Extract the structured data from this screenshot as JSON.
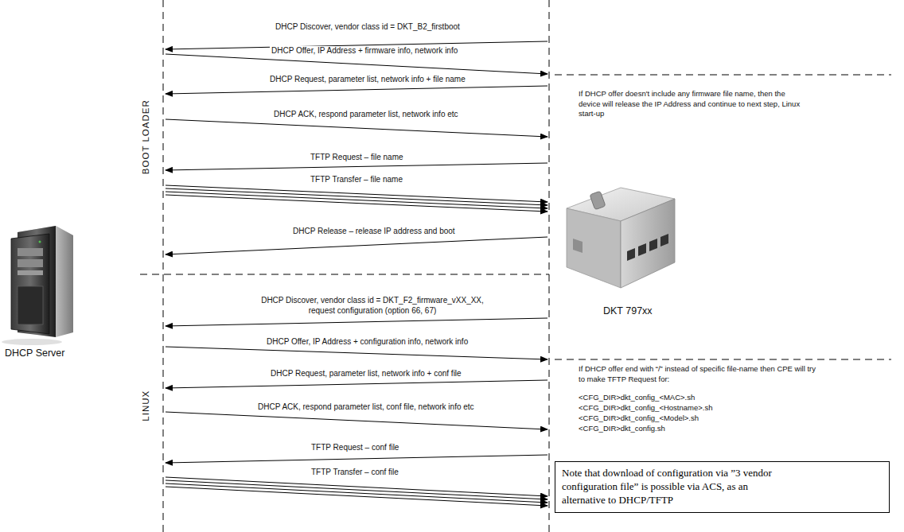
{
  "diagram": {
    "nodes": [
      {
        "text": [
          "Note that download of configuration via ”3 vendor configuration file” is possible via ACS, as an alternative to DHCP/TFTP"
        ]
      }
    ],
    "labels": [
      "BOOT LOADER",
      "LINUX",
      "DHCP Discover, vendor class id = DKT_B2_firstboot",
      "DHCP Offer, IP Address + firmware info, network info",
      "DHCP Request, parameter list, network info + file name",
      "DHCP ACK, respond parameter list, network info etc",
      "TFTP Request – file name",
      "TFTP Transfer – file name",
      "DHCP Release – release IP address and boot",
      "DHCP Discover, vendor class id = DKT_F2_firmware_vXX_XX, request configuration (option 66, 67)",
      "DHCP Offer, IP Address + configuration info, network info",
      "DHCP Request, parameter list, network info + conf file",
      "DHCP ACK, respond parameter list, conf file, network info etc",
      "TFTP Request – conf file",
      "TFTP Transfer – conf file",
      "If DHCP offer doesn't include any firmware file name, then the device will release the IP Address and continue to next step, Linux start-up",
      "If DHCP offer end with “/” instead of specific file-name then CPE will try to make TFTP Request for:",
      "<CFG_DIR>dkt_config_<MAC>.sh",
      "<CFG_DIR>dkt_config_<Hostname>.sh",
      "<CFG_DIR>dkt_config_<Model>.sh",
      "<CFG_DIR>dkt_config.sh",
      "DKT 797xx",
      "DHCP Server"
    ]
  }
}
